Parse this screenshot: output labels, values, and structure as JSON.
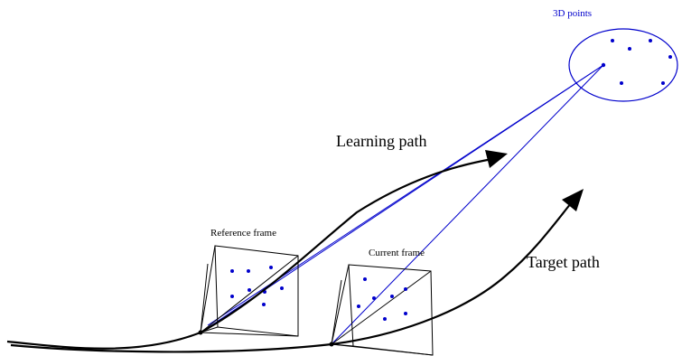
{
  "labels": {
    "points_3d": "3D points",
    "learning_path": "Learning path",
    "target_path": "Target path",
    "reference_frame": "Reference frame",
    "current_frame": "Current frame"
  },
  "colors": {
    "ink": "#000000",
    "accent": "#0000cc",
    "background": "#ffffff"
  }
}
